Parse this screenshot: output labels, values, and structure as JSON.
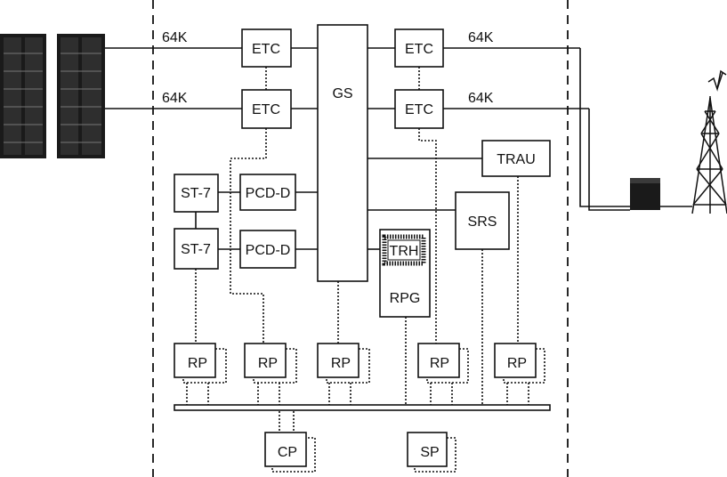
{
  "labels": {
    "link_rate_tl": "64K",
    "link_rate_bl": "64K",
    "link_rate_tr": "64K",
    "link_rate_br": "64K",
    "etc_tl": "ETC",
    "etc_bl": "ETC",
    "etc_tr": "ETC",
    "etc_br": "ETC",
    "gs": "GS",
    "trau": "TRAU",
    "srs": "SRS",
    "st7_1": "ST-7",
    "st7_2": "ST-7",
    "pcdd_1": "PCD-D",
    "pcdd_2": "PCD-D",
    "trh": "TRH",
    "rpg": "RPG",
    "rp_1": "RP",
    "rp_2": "RP",
    "rp_3": "RP",
    "rp_4": "RP",
    "rp_5": "RP",
    "cp": "CP",
    "sp": "SP"
  }
}
